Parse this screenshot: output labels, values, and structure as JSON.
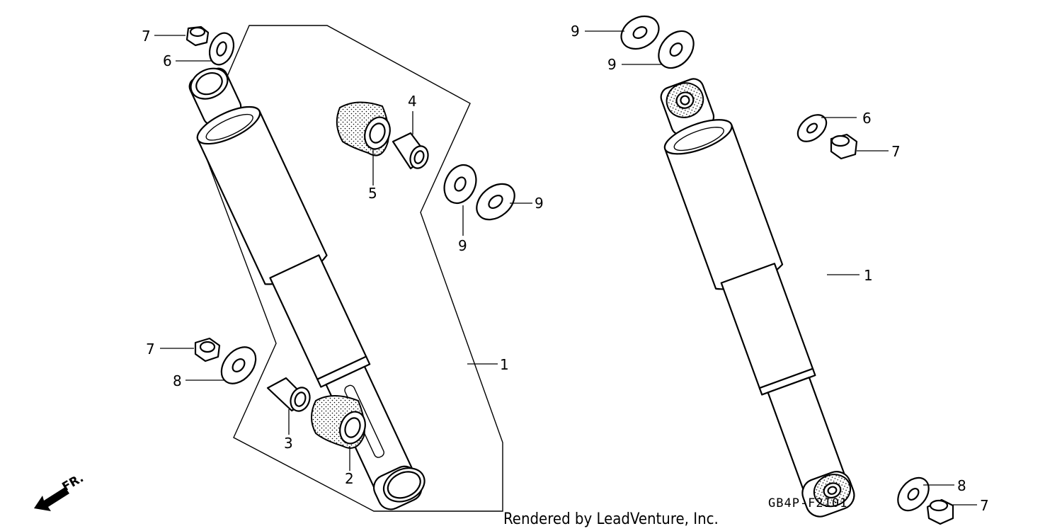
{
  "diagram": {
    "drawing_code": "GB4P-F2101",
    "credit": "Rendered by LeadVenture, Inc.",
    "front_arrow_label": "FR.",
    "left_callouts": [
      {
        "id": "c-l-7a",
        "label": "7"
      },
      {
        "id": "c-l-6",
        "label": "6"
      },
      {
        "id": "c-l-4",
        "label": "4"
      },
      {
        "id": "c-l-5",
        "label": "5"
      },
      {
        "id": "c-l-9a",
        "label": "9"
      },
      {
        "id": "c-l-9b",
        "label": "9"
      },
      {
        "id": "c-l-1",
        "label": "1"
      },
      {
        "id": "c-l-7b",
        "label": "7"
      },
      {
        "id": "c-l-8",
        "label": "8"
      },
      {
        "id": "c-l-3",
        "label": "3"
      },
      {
        "id": "c-l-2",
        "label": "2"
      }
    ],
    "right_callouts": [
      {
        "id": "c-r-9a",
        "label": "9"
      },
      {
        "id": "c-r-9b",
        "label": "9"
      },
      {
        "id": "c-r-6",
        "label": "6"
      },
      {
        "id": "c-r-7a",
        "label": "7"
      },
      {
        "id": "c-r-1",
        "label": "1"
      },
      {
        "id": "c-r-8",
        "label": "8"
      },
      {
        "id": "c-r-7b",
        "label": "7"
      }
    ]
  }
}
